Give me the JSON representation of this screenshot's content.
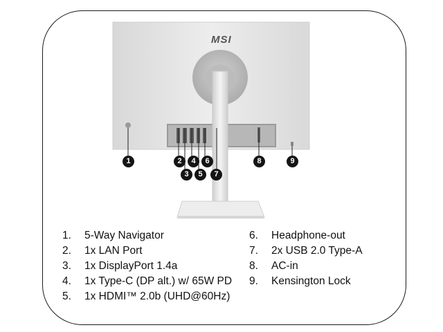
{
  "brand": "MSI",
  "callouts": [
    "1",
    "2",
    "3",
    "4",
    "5",
    "6",
    "7",
    "8",
    "9"
  ],
  "specs_left": [
    {
      "num": "1.",
      "text": "5-Way Navigator"
    },
    {
      "num": "2.",
      "text": "1x LAN Port"
    },
    {
      "num": "3.",
      "text": "1x DisplayPort 1.4a"
    },
    {
      "num": "4.",
      "text": "1x Type-C (DP alt.) w/ 65W PD"
    },
    {
      "num": "5.",
      "text": "1x HDMI™ 2.0b (UHD@60Hz)"
    }
  ],
  "specs_right": [
    {
      "num": "6.",
      "text": "Headphone-out"
    },
    {
      "num": "7.",
      "text": "2x USB 2.0 Type-A"
    },
    {
      "num": "8.",
      "text": "AC-in"
    },
    {
      "num": "9.",
      "text": "Kensington Lock"
    }
  ],
  "colors": {
    "frame": "#1a1a1a",
    "monitor": "#e6e6e6",
    "callout": "#151515"
  }
}
